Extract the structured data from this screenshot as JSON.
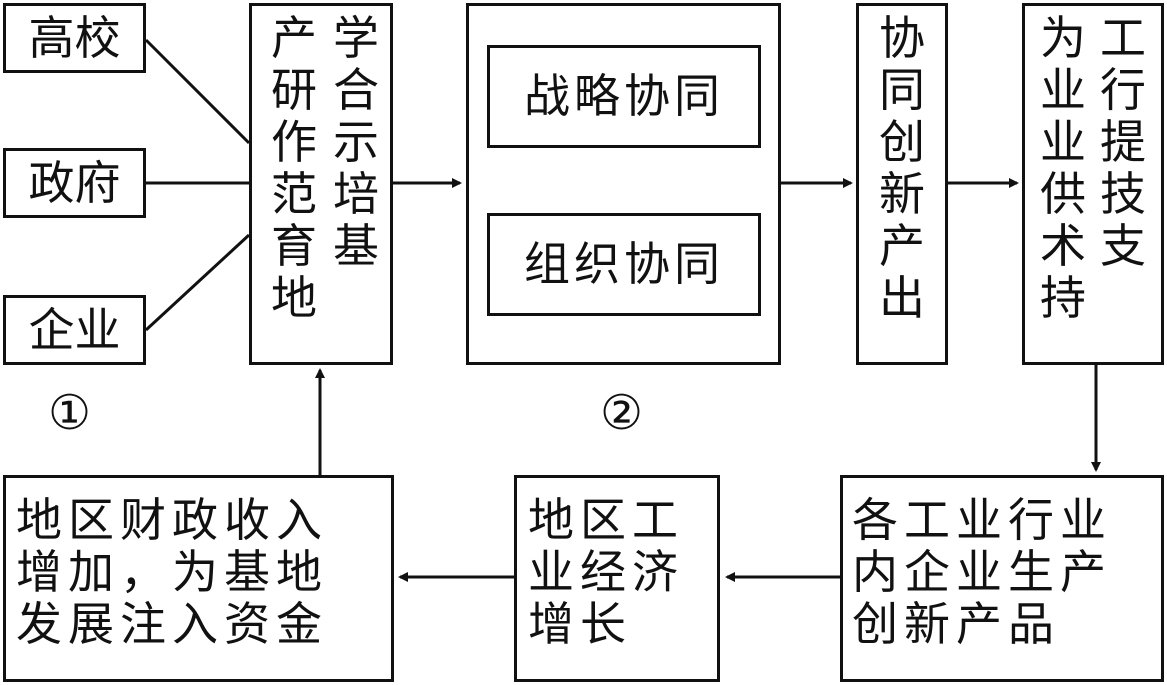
{
  "sources": [
    "高校",
    "政府",
    "企业"
  ],
  "base": {
    "col_right": "学合示培基",
    "col_left": "产研作范育地"
  },
  "synergy": [
    "战略协同",
    "组织协同"
  ],
  "output": "协同创新产出",
  "support": {
    "col_right": "工行提技支",
    "col_left": "为业业供术持"
  },
  "products": "各工业行业\n内企业生产\n创新产品",
  "growth": "地区工\n业经济\n增长",
  "revenue": "地区财政收入\n增加，为基地\n发展注入资金",
  "labels": {
    "one": "①",
    "two": "②"
  }
}
